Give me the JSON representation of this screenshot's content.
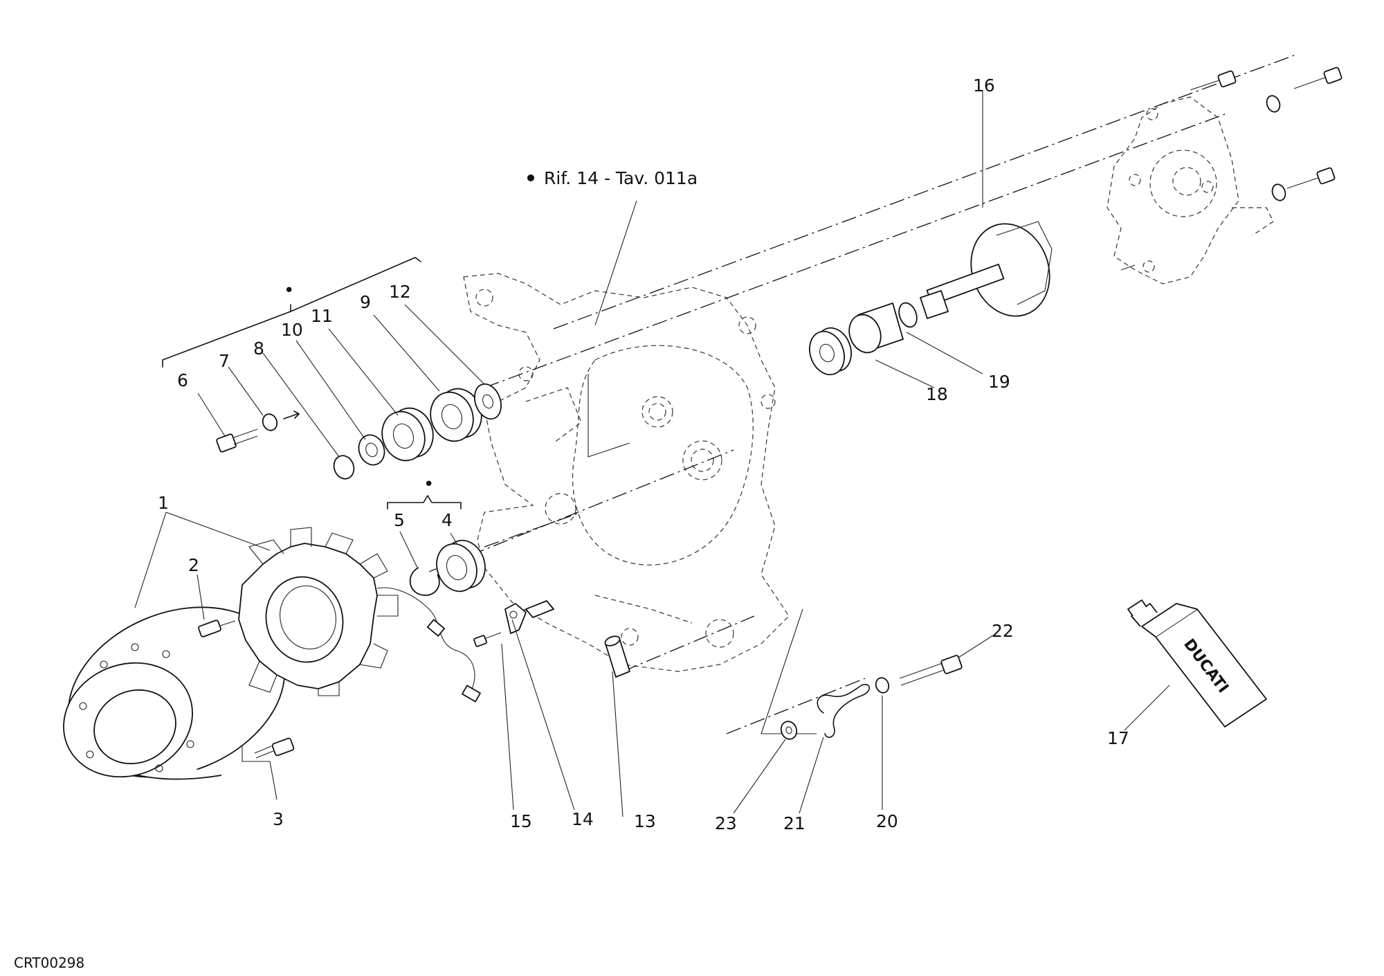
{
  "figure_code": "CRT00298",
  "reference_note": "Rif. 14 - Tav. 011a",
  "bullet_symbol": "•",
  "tube_brand": "DUCATI",
  "part_labels": [
    "1",
    "2",
    "3",
    "4",
    "5",
    "6",
    "7",
    "8",
    "9",
    "10",
    "11",
    "12",
    "13",
    "14",
    "15",
    "16",
    "17",
    "18",
    "19",
    "20",
    "21",
    "22",
    "23"
  ]
}
